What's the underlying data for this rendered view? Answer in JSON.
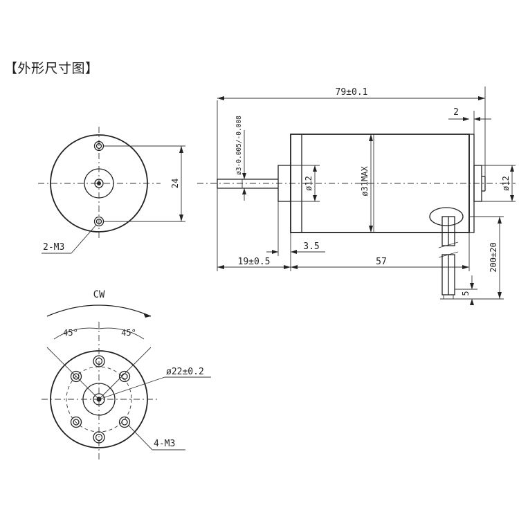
{
  "title": "【外形尺寸图】",
  "labels": {
    "overall_length": "79±0.1",
    "flange_thickness": "2",
    "shaft_dia": "ø3-0.005/-0.008",
    "boss_dia_front": "ø12",
    "body_dia": "ø31MAX",
    "boss_dia_rear": "ø12",
    "hole_spacing": "24",
    "front_holes": "2-M3",
    "boss_length": "3.5",
    "shaft_length": "19±0.5",
    "body_length": "57",
    "lead_length": "200±20",
    "lead_strip": "5",
    "rotation": "CW",
    "angle_left": "45°",
    "angle_right": "45°",
    "pcd": "ø22±0.2",
    "rear_holes": "4-M3"
  }
}
